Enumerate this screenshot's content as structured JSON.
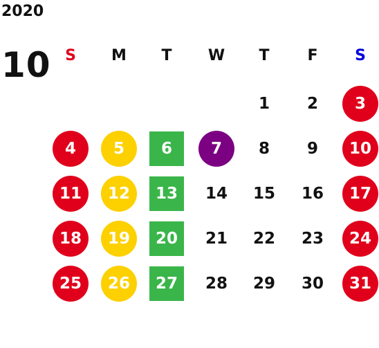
{
  "calendar": {
    "year": "2020",
    "month": "10",
    "weekdays": [
      {
        "label": "S",
        "color": "#e0001b"
      },
      {
        "label": "M",
        "color": "#111111"
      },
      {
        "label": "T",
        "color": "#111111"
      },
      {
        "label": "W",
        "color": "#111111"
      },
      {
        "label": "T",
        "color": "#111111"
      },
      {
        "label": "F",
        "color": "#111111"
      },
      {
        "label": "S",
        "color": "#0000e0"
      }
    ],
    "colors": {
      "red": "#e0001b",
      "yellow": "#fdd000",
      "green": "#3ab54a",
      "purple": "#7b0082"
    },
    "weeks": [
      [
        null,
        null,
        null,
        null,
        {
          "d": "1"
        },
        {
          "d": "2"
        },
        {
          "d": "3",
          "bg": "red",
          "shape": "circle"
        }
      ],
      [
        {
          "d": "4",
          "bg": "red",
          "shape": "circle"
        },
        {
          "d": "5",
          "bg": "yellow",
          "shape": "circle"
        },
        {
          "d": "6",
          "bg": "green",
          "shape": "square"
        },
        {
          "d": "7",
          "bg": "purple",
          "shape": "circle"
        },
        {
          "d": "8"
        },
        {
          "d": "9"
        },
        {
          "d": "10",
          "bg": "red",
          "shape": "circle"
        }
      ],
      [
        {
          "d": "11",
          "bg": "red",
          "shape": "circle"
        },
        {
          "d": "12",
          "bg": "yellow",
          "shape": "circle"
        },
        {
          "d": "13",
          "bg": "green",
          "shape": "square"
        },
        {
          "d": "14"
        },
        {
          "d": "15"
        },
        {
          "d": "16"
        },
        {
          "d": "17",
          "bg": "red",
          "shape": "circle"
        }
      ],
      [
        {
          "d": "18",
          "bg": "red",
          "shape": "circle"
        },
        {
          "d": "19",
          "bg": "yellow",
          "shape": "circle"
        },
        {
          "d": "20",
          "bg": "green",
          "shape": "square"
        },
        {
          "d": "21"
        },
        {
          "d": "22"
        },
        {
          "d": "23"
        },
        {
          "d": "24",
          "bg": "red",
          "shape": "circle"
        }
      ],
      [
        {
          "d": "25",
          "bg": "red",
          "shape": "circle"
        },
        {
          "d": "26",
          "bg": "yellow",
          "shape": "circle"
        },
        {
          "d": "27",
          "bg": "green",
          "shape": "square"
        },
        {
          "d": "28"
        },
        {
          "d": "29"
        },
        {
          "d": "30"
        },
        {
          "d": "31",
          "bg": "red",
          "shape": "circle"
        }
      ]
    ]
  }
}
